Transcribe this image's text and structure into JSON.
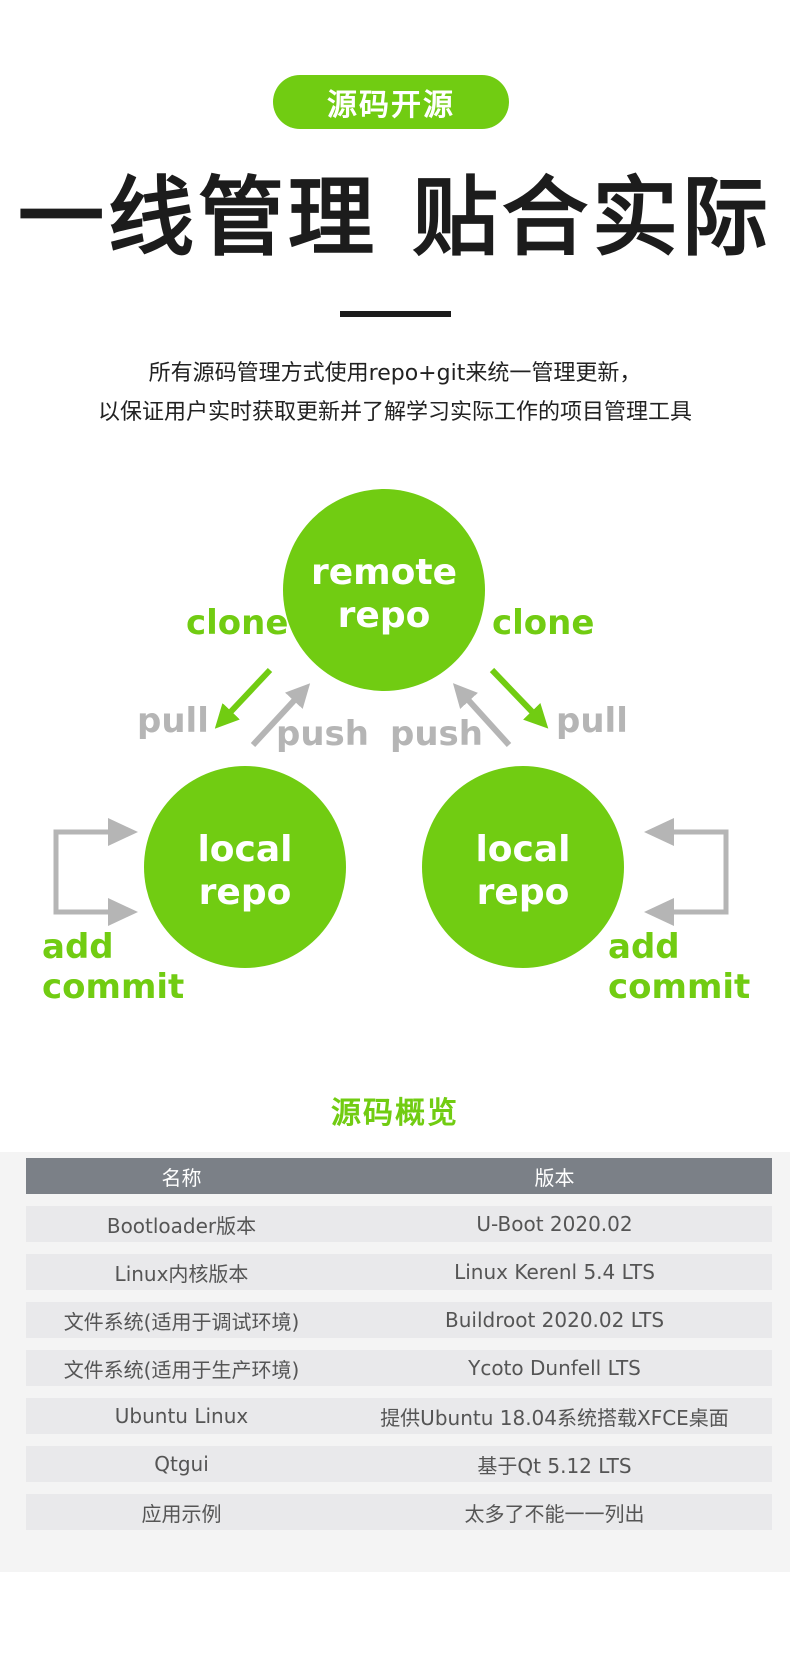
{
  "badge": {
    "label": "源码开源"
  },
  "headline": "一线管理 贴合实际",
  "description": {
    "line1": "所有源码管理方式使用repo+git来统一管理更新，",
    "line2": "以保证用户实时获取更新并了解学习实际工作的项目管理工具"
  },
  "diagram": {
    "remote": {
      "line1": "remote",
      "line2": "repo"
    },
    "local_left": {
      "line1": "local",
      "line2": "repo"
    },
    "local_right": {
      "line1": "local",
      "line2": "repo"
    },
    "labels": {
      "clone_left": "clone",
      "clone_right": "clone",
      "pull_left": "pull",
      "pull_right": "pull",
      "push_left": "push",
      "push_right": "push",
      "add_left": "add",
      "commit_left": "commit",
      "add_right": "add",
      "commit_right": "commit"
    },
    "colors": {
      "green": "#71cc12",
      "gray": "#b5b5b5"
    }
  },
  "section": {
    "title": "源码概览"
  },
  "table": {
    "headers": [
      "名称",
      "版本"
    ],
    "rows": [
      [
        "Bootloader版本",
        "U-Boot 2020.02"
      ],
      [
        "Linux内核版本",
        "Linux Kerenl 5.4 LTS"
      ],
      [
        "文件系统(适用于调试环境)",
        "Buildroot 2020.02 LTS"
      ],
      [
        "文件系统(适用于生产环境)",
        "Ycoto Dunfell LTS"
      ],
      [
        "Ubuntu Linux",
        "提供Ubuntu 18.04系统搭载XFCE桌面"
      ],
      [
        "Qtgui",
        "基于Qt 5.12 LTS"
      ],
      [
        "应用示例",
        "太多了不能一一列出"
      ]
    ]
  }
}
